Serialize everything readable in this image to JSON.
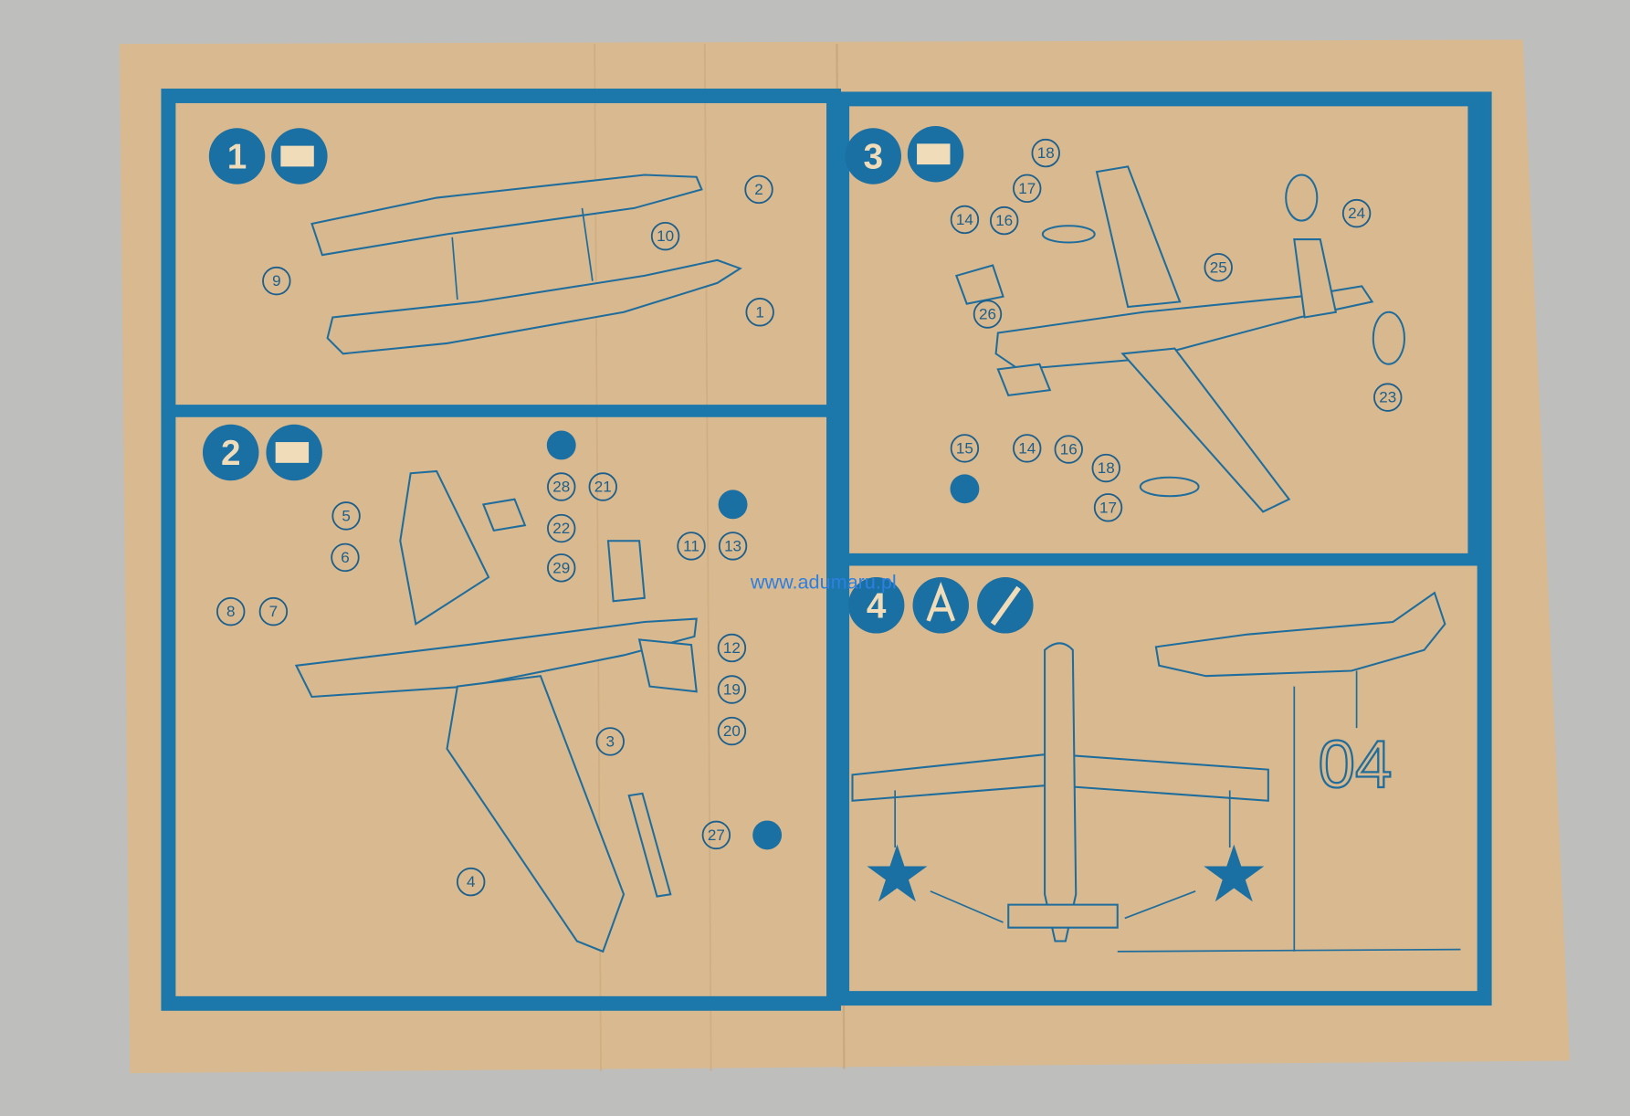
{
  "sheet": {
    "colors": {
      "paper": "#d9b98f",
      "border": "#1c78ab",
      "ink": "#1f6d9c",
      "background": "#bdbdbb"
    },
    "watermark": "www.adumaru.pl",
    "steps": [
      {
        "number": "1",
        "icon": "glue-tube-icon",
        "callouts": [
          "2",
          "10",
          "9",
          "1"
        ]
      },
      {
        "number": "2",
        "icon": "glue-tube-icon",
        "callouts": [
          "28",
          "21",
          "5",
          "22",
          "11",
          "13",
          "6",
          "29",
          "8",
          "7",
          "12",
          "19",
          "20",
          "3",
          "27",
          "4"
        ]
      },
      {
        "number": "3",
        "icon": "glue-tube-icon",
        "callouts": [
          "18",
          "17",
          "14",
          "16",
          "24",
          "25",
          "26",
          "23",
          "15",
          "14",
          "16",
          "18",
          "17"
        ]
      },
      {
        "number": "4",
        "icons": [
          "decal-icon",
          "paint-brush-icon"
        ],
        "marking": "04"
      }
    ]
  }
}
